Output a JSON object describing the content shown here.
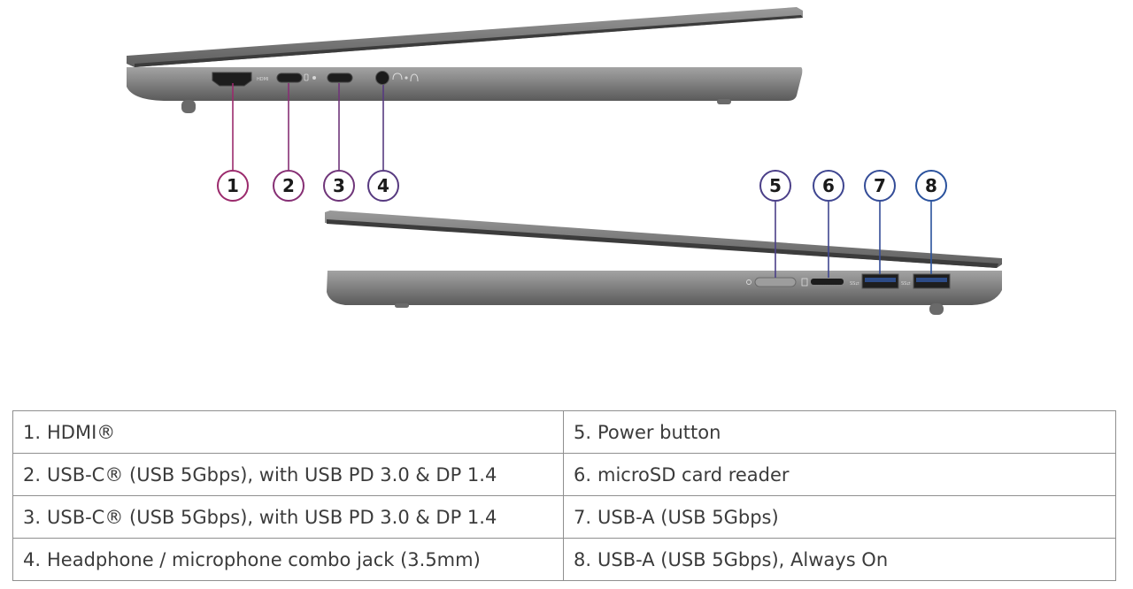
{
  "diagram": {
    "callouts": [
      {
        "num": "1",
        "color": "#9b2a6c"
      },
      {
        "num": "2",
        "color": "#862f74"
      },
      {
        "num": "3",
        "color": "#6f3579"
      },
      {
        "num": "4",
        "color": "#573a80"
      },
      {
        "num": "5",
        "color": "#4b3f88"
      },
      {
        "num": "6",
        "color": "#3f4690"
      },
      {
        "num": "7",
        "color": "#344c97"
      },
      {
        "num": "8",
        "color": "#2a529d"
      }
    ],
    "port_labels": {
      "hdmi": "HDMI",
      "usb_a_1": "SS⇄",
      "usb_a_2": "SS⇄"
    }
  },
  "table": {
    "rows": [
      {
        "left": {
          "num": "1.",
          "text": "HDMI®"
        },
        "right": {
          "num": "5.",
          "text": "Power button"
        }
      },
      {
        "left": {
          "num": "2.",
          "text": "USB-C® (USB 5Gbps), with USB PD 3.0 & DP 1.4"
        },
        "right": {
          "num": "6.",
          "text": "microSD card reader"
        }
      },
      {
        "left": {
          "num": "3.",
          "text": "USB-C® (USB 5Gbps), with USB PD 3.0 & DP 1.4"
        },
        "right": {
          "num": "7.",
          "text": "USB-A (USB 5Gbps)"
        }
      },
      {
        "left": {
          "num": "4.",
          "text": "Headphone / microphone combo jack (3.5mm)"
        },
        "right": {
          "num": "8.",
          "text": "USB-A (USB 5Gbps), Always On"
        }
      }
    ]
  }
}
